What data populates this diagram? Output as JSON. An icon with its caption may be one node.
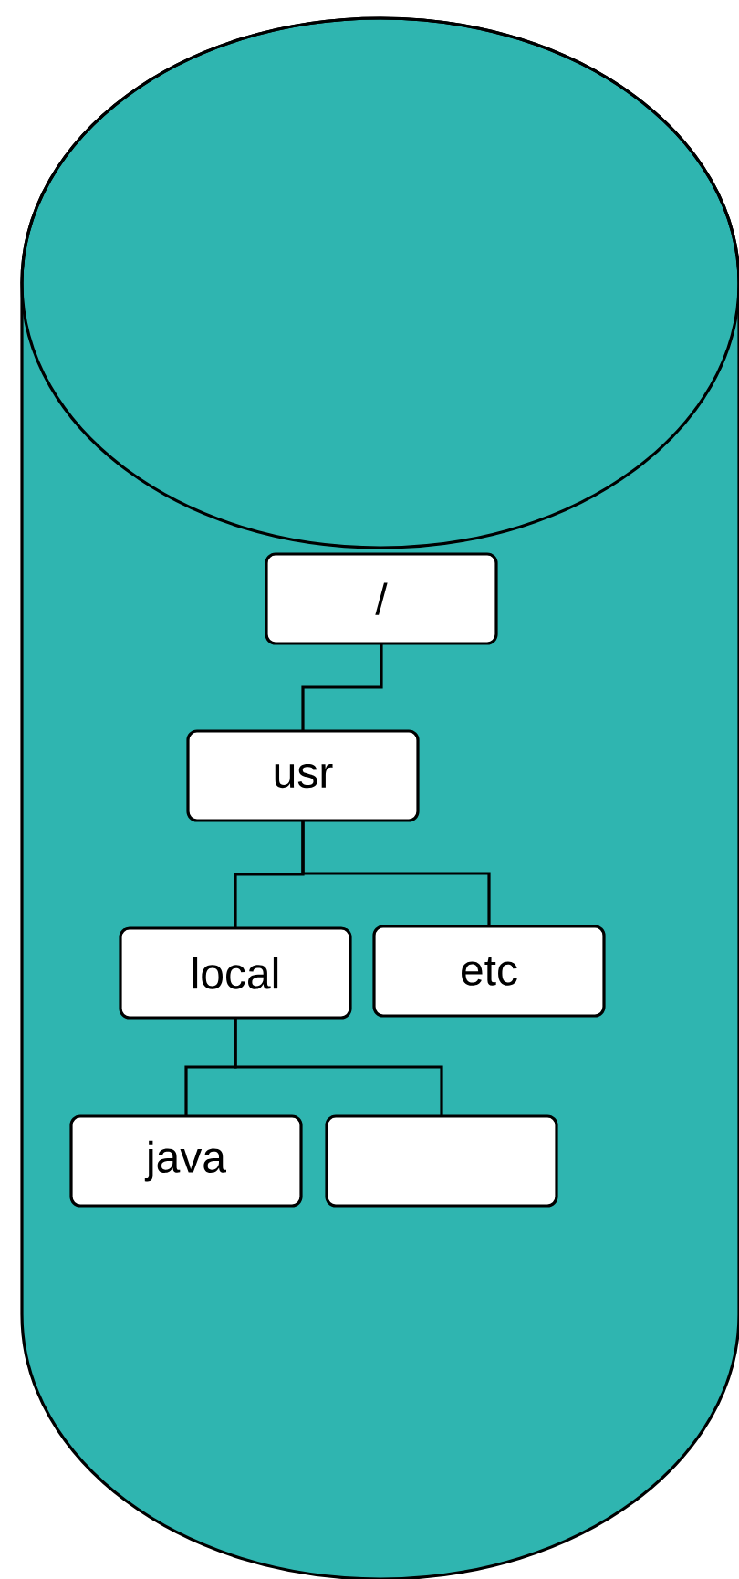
{
  "diagram": {
    "nodes": [
      {
        "text": [],
        "shape": "cylinder"
      },
      {
        "text": [
          "/"
        ],
        "in": 0
      },
      {
        "text": [
          "usr"
        ],
        "in": 0
      },
      {
        "text": [
          "local"
        ],
        "in": 0
      },
      {
        "text": [
          "etc"
        ],
        "in": 0
      },
      {
        "text": [
          "java"
        ],
        "in": 0
      },
      {
        "text": [],
        "shape": "box",
        "in": 0
      }
    ],
    "edges": [
      {
        "from": 1,
        "to": 2,
        "arrow": "none"
      },
      {
        "from": 2,
        "to": 3,
        "arrow": "none"
      },
      {
        "from": 2,
        "to": 4,
        "arrow": "none"
      },
      {
        "from": 3,
        "to": 5,
        "arrow": "none"
      },
      {
        "from": 3,
        "to": 6,
        "arrow": "none"
      }
    ]
  }
}
